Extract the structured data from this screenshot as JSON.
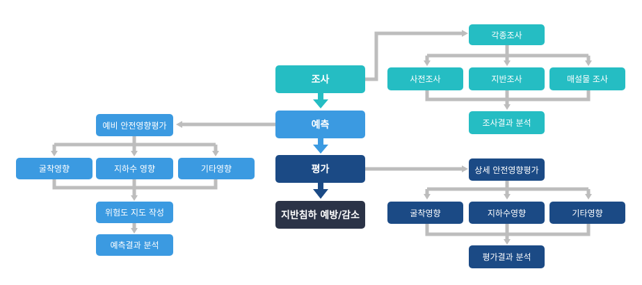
{
  "colors": {
    "teal": "#25bdc3",
    "blue": "#3b9ae1",
    "navy": "#1b4a85",
    "dark": "#2b3347",
    "connector": "#bdbdbd"
  },
  "main": {
    "survey": "조사",
    "predict": "예측",
    "evaluate": "평가",
    "prevent": "지반침하 예방/감소"
  },
  "survey_branch": {
    "top": "각종조사",
    "items": [
      "사전조사",
      "지반조사",
      "매설물 조사"
    ],
    "result": "조사결과 분석"
  },
  "predict_branch": {
    "top": "예비 안전영향평가",
    "items": [
      "굴착영향",
      "지하수 영향",
      "기타영향"
    ],
    "map": "위험도 지도 작성",
    "result": "예측결과 분석"
  },
  "evaluate_branch": {
    "top": "상세 안전영향평가",
    "items": [
      "굴착영향",
      "지하수영향",
      "기타영향"
    ],
    "result": "평가결과 분석"
  }
}
